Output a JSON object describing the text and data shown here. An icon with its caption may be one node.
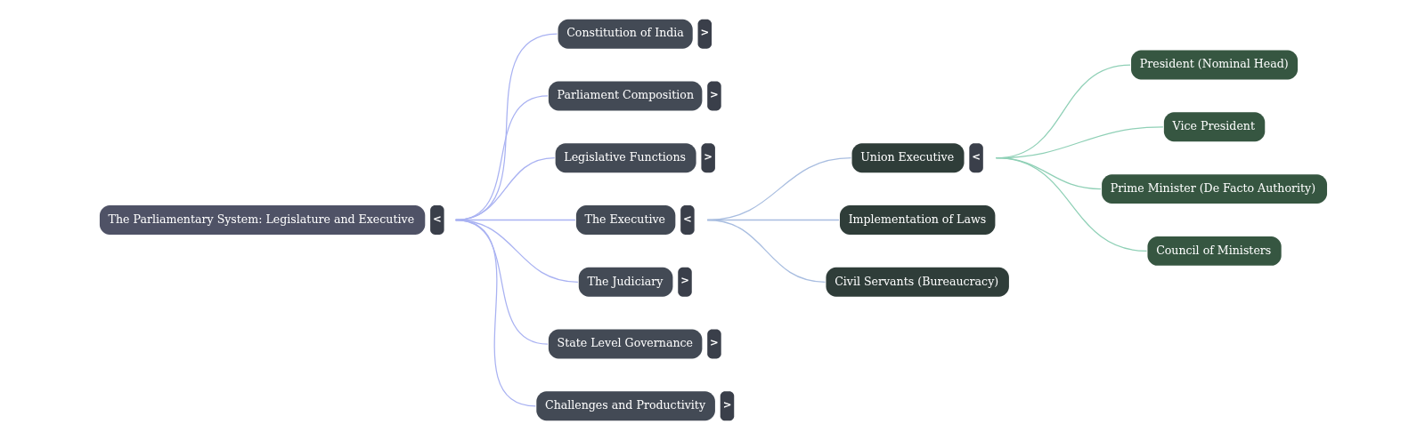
{
  "diagram": {
    "nodes": [
      {
        "text": [
          "The Parliamentary System: Legislature and Executive"
        ],
        "beside": [
          "<"
        ]
      },
      {
        "text": [
          "Constitution of India"
        ],
        "beside": [
          ">"
        ]
      },
      {
        "text": [
          "Parliament Composition"
        ],
        "beside": [
          ">"
        ]
      },
      {
        "text": [
          "Legislative Functions"
        ],
        "beside": [
          ">"
        ]
      },
      {
        "text": [
          "The Executive"
        ],
        "beside": [
          "<"
        ]
      },
      {
        "text": [
          "The Judiciary"
        ],
        "beside": [
          ">"
        ]
      },
      {
        "text": [
          "State Level Governance"
        ],
        "beside": [
          ">"
        ]
      },
      {
        "text": [
          "Challenges and Productivity"
        ],
        "beside": [
          ">"
        ]
      },
      {
        "text": [
          "Union Executive"
        ],
        "beside": [
          "<"
        ]
      },
      {
        "text": [
          "Implementation of Laws"
        ]
      },
      {
        "text": [
          "Civil Servants (Bureaucracy)"
        ]
      },
      {
        "text": [
          "President (Nominal Head)"
        ]
      },
      {
        "text": [
          "Vice President"
        ]
      },
      {
        "text": [
          "Prime Minister (De Facto Authority)"
        ]
      },
      {
        "text": [
          "Council of Ministers"
        ]
      }
    ],
    "edges": [
      {
        "from": 0,
        "to": 1,
        "arrow": "none"
      },
      {
        "from": 0,
        "to": 2,
        "arrow": "none"
      },
      {
        "from": 0,
        "to": 3,
        "arrow": "none"
      },
      {
        "from": 0,
        "to": 4,
        "arrow": "none"
      },
      {
        "from": 0,
        "to": 5,
        "arrow": "none"
      },
      {
        "from": 0,
        "to": 6,
        "arrow": "none"
      },
      {
        "from": 0,
        "to": 7,
        "arrow": "none"
      },
      {
        "from": 4,
        "to": 8,
        "arrow": "none",
        "color": "#a8bde0"
      },
      {
        "from": 4,
        "to": 9,
        "arrow": "none",
        "color": "#a8bde0"
      },
      {
        "from": 4,
        "to": 10,
        "arrow": "none",
        "color": "#a8bde0"
      },
      {
        "from": 8,
        "to": 11,
        "arrow": "none",
        "color": "#8fd0b6"
      },
      {
        "from": 8,
        "to": 12,
        "arrow": "none",
        "color": "#8fd0b6"
      },
      {
        "from": 8,
        "to": 13,
        "arrow": "none",
        "color": "#8fd0b6"
      },
      {
        "from": 8,
        "to": 14,
        "arrow": "none",
        "color": "#8fd0b6"
      }
    ]
  }
}
